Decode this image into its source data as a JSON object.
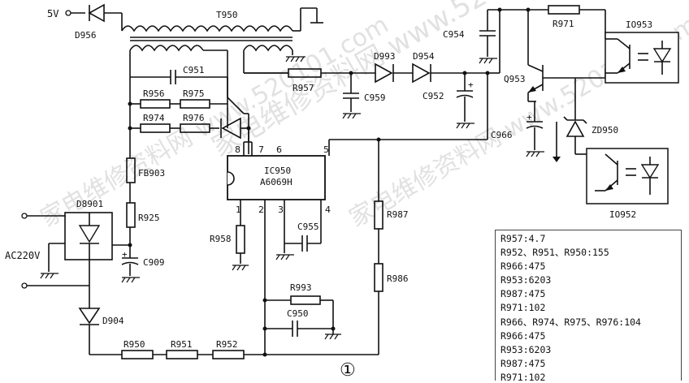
{
  "power": {
    "v5": "5V",
    "ac": "AC220V"
  },
  "labels": {
    "D956": "D956",
    "T950": "T950",
    "C951": "C951",
    "R956": "R956",
    "R975": "R975",
    "R974": "R974",
    "R976": "R976",
    "R957": "R957",
    "D993": "D993",
    "D954": "D954",
    "C954": "C954",
    "C959": "C959",
    "C952": "C952",
    "R971": "R971",
    "IO953": "IO953",
    "Q953": "Q953",
    "C966": "C966",
    "ZD950": "ZD950",
    "IO952": "IO952",
    "FB903": "FB903",
    "D8901": "D8901",
    "R925": "R925",
    "C909": "C909",
    "D904": "D904",
    "R950": "R950",
    "R951": "R951",
    "R952": "R952",
    "R958": "R958",
    "C955": "C955",
    "R987": "R987",
    "R986": "R986",
    "R993": "R993",
    "C950": "C950"
  },
  "ic": {
    "name": "IC950",
    "part": "A6069H",
    "pins": {
      "p1": "1",
      "p2": "2",
      "p3": "3",
      "p4": "4",
      "p5": "5",
      "p6": "6",
      "p7": "7",
      "p8": "8"
    }
  },
  "circle_mark": "①",
  "polarity": {
    "plus": "+"
  },
  "notes": [
    "R957:4.7",
    "R952、R951、R950:155",
    "R966:475",
    "R953:6203",
    "R987:475",
    "R971:102",
    "R966、R974、R975、R976:104",
    "R966:475",
    "R953:6203",
    "R987:475",
    "R971:102"
  ],
  "watermarks": {
    "w1": "家电维修资料网 www.520101.com",
    "w2": "家电维修资料网 www.520101.com",
    "w3": "家电维修资料网 www.520101.com"
  }
}
